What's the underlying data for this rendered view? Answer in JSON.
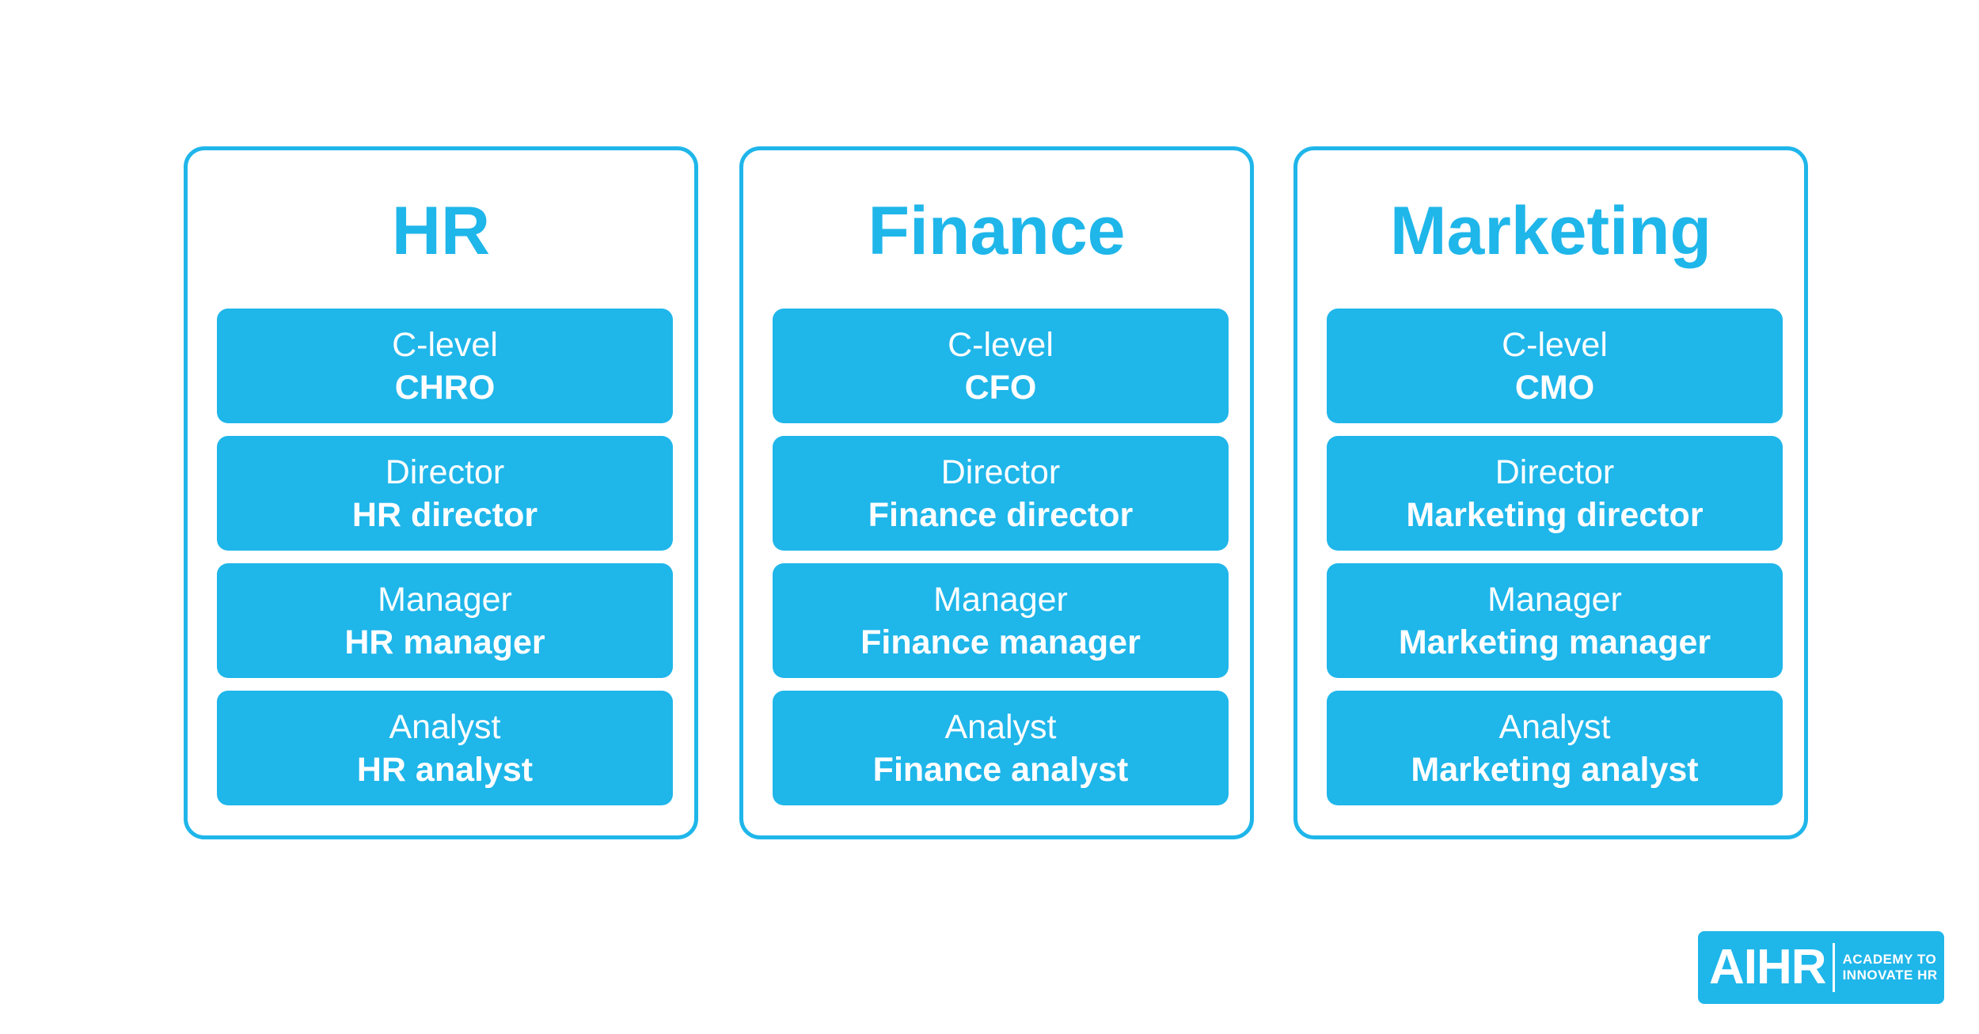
{
  "colors": {
    "accent": "#1fb6ea",
    "background": "#ffffff",
    "box_text": "#ffffff"
  },
  "columns": [
    {
      "title": "HR",
      "roles": [
        {
          "level": "C-level",
          "title": "CHRO"
        },
        {
          "level": "Director",
          "title": "HR director"
        },
        {
          "level": "Manager",
          "title": "HR manager"
        },
        {
          "level": "Analyst",
          "title": "HR analyst"
        }
      ]
    },
    {
      "title": "Finance",
      "roles": [
        {
          "level": "C-level",
          "title": "CFO"
        },
        {
          "level": "Director",
          "title": "Finance director"
        },
        {
          "level": "Manager",
          "title": "Finance manager"
        },
        {
          "level": "Analyst",
          "title": "Finance analyst"
        }
      ]
    },
    {
      "title": "Marketing",
      "roles": [
        {
          "level": "C-level",
          "title": "CMO"
        },
        {
          "level": "Director",
          "title": "Marketing director"
        },
        {
          "level": "Manager",
          "title": "Marketing manager"
        },
        {
          "level": "Analyst",
          "title": "Marketing analyst"
        }
      ]
    }
  ],
  "logo": {
    "mark": "AIHR",
    "tagline_line1": "ACADEMY TO",
    "tagline_line2": "INNOVATE HR"
  }
}
